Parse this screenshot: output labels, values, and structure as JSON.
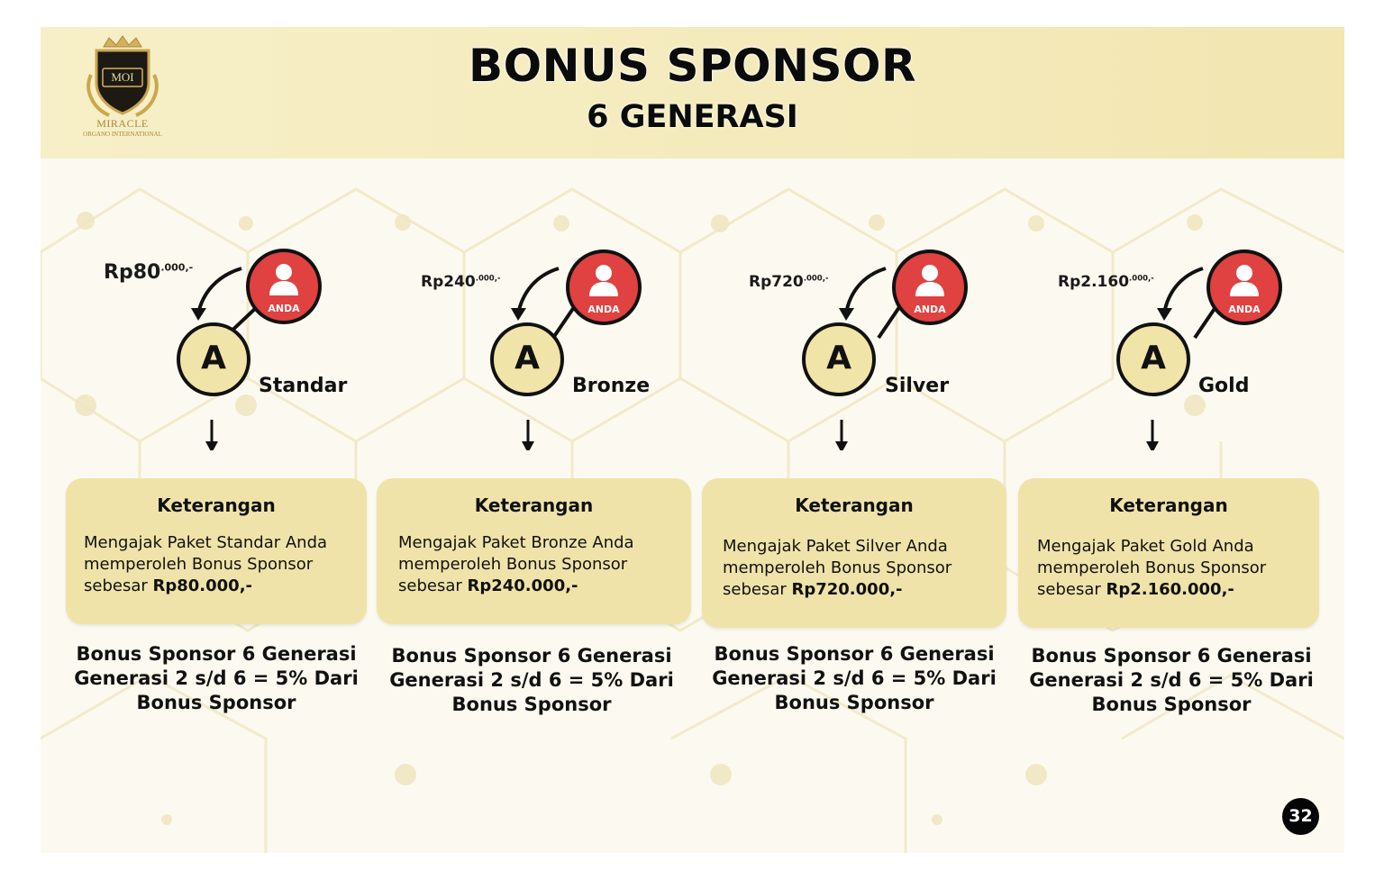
{
  "header": {
    "title": "BONUS SPONSOR",
    "subtitle": "6 GENERASI",
    "logo": {
      "initials": "MOI",
      "name": "MIRACLE",
      "sub": "ORGANO INTERNATIONAL"
    }
  },
  "colors": {
    "header_band": "#f3e9b8",
    "card": "#f0e3a9",
    "anda_circle": "#e04141",
    "a_circle": "#f1e4a8"
  },
  "packages": [
    {
      "amount": "Rp80",
      "amount_suffix": ".000,-",
      "anda_label": "ANDA",
      "a_letter": "A",
      "package_name": "Standar",
      "card_heading": "Keterangan",
      "card_text": "Mengajak Paket Standar Anda memperoleh Bonus Sponsor sebesar ",
      "card_bold": "Rp80.000,-",
      "footer_line1": "Bonus Sponsor 6 Generasi",
      "footer_line2": "Generasi 2 s/d 6 = 5% Dari",
      "footer_line3": "Bonus Sponsor"
    },
    {
      "amount": "Rp240",
      "amount_suffix": ".000,-",
      "anda_label": "ANDA",
      "a_letter": "A",
      "package_name": "Bronze",
      "card_heading": "Keterangan",
      "card_text": "Mengajak Paket Bronze Anda memperoleh Bonus Sponsor sebesar ",
      "card_bold": "Rp240.000,-",
      "footer_line1": "Bonus Sponsor 6 Generasi",
      "footer_line2": "Generasi 2 s/d 6 = 5% Dari",
      "footer_line3": "Bonus Sponsor"
    },
    {
      "amount": "Rp720",
      "amount_suffix": ".000,-",
      "anda_label": "ANDA",
      "a_letter": "A",
      "package_name": "Silver",
      "card_heading": "Keterangan",
      "card_text": "Mengajak Paket Silver Anda memperoleh Bonus Sponsor sebesar ",
      "card_bold": "Rp720.000,-",
      "footer_line1": "Bonus Sponsor 6 Generasi",
      "footer_line2": "Generasi 2 s/d 6 = 5% Dari",
      "footer_line3": "Bonus Sponsor"
    },
    {
      "amount": "Rp2.160",
      "amount_suffix": ".000,-",
      "anda_label": "ANDA",
      "a_letter": "A",
      "package_name": "Gold",
      "card_heading": "Keterangan",
      "card_text": "Mengajak Paket Gold Anda memperoleh Bonus Sponsor sebesar ",
      "card_bold": "Rp2.160.000,-",
      "footer_line1": "Bonus Sponsor 6 Generasi",
      "footer_line2": "Generasi 2 s/d 6 = 5% Dari",
      "footer_line3": "Bonus Sponsor"
    }
  ],
  "page_number": "32"
}
